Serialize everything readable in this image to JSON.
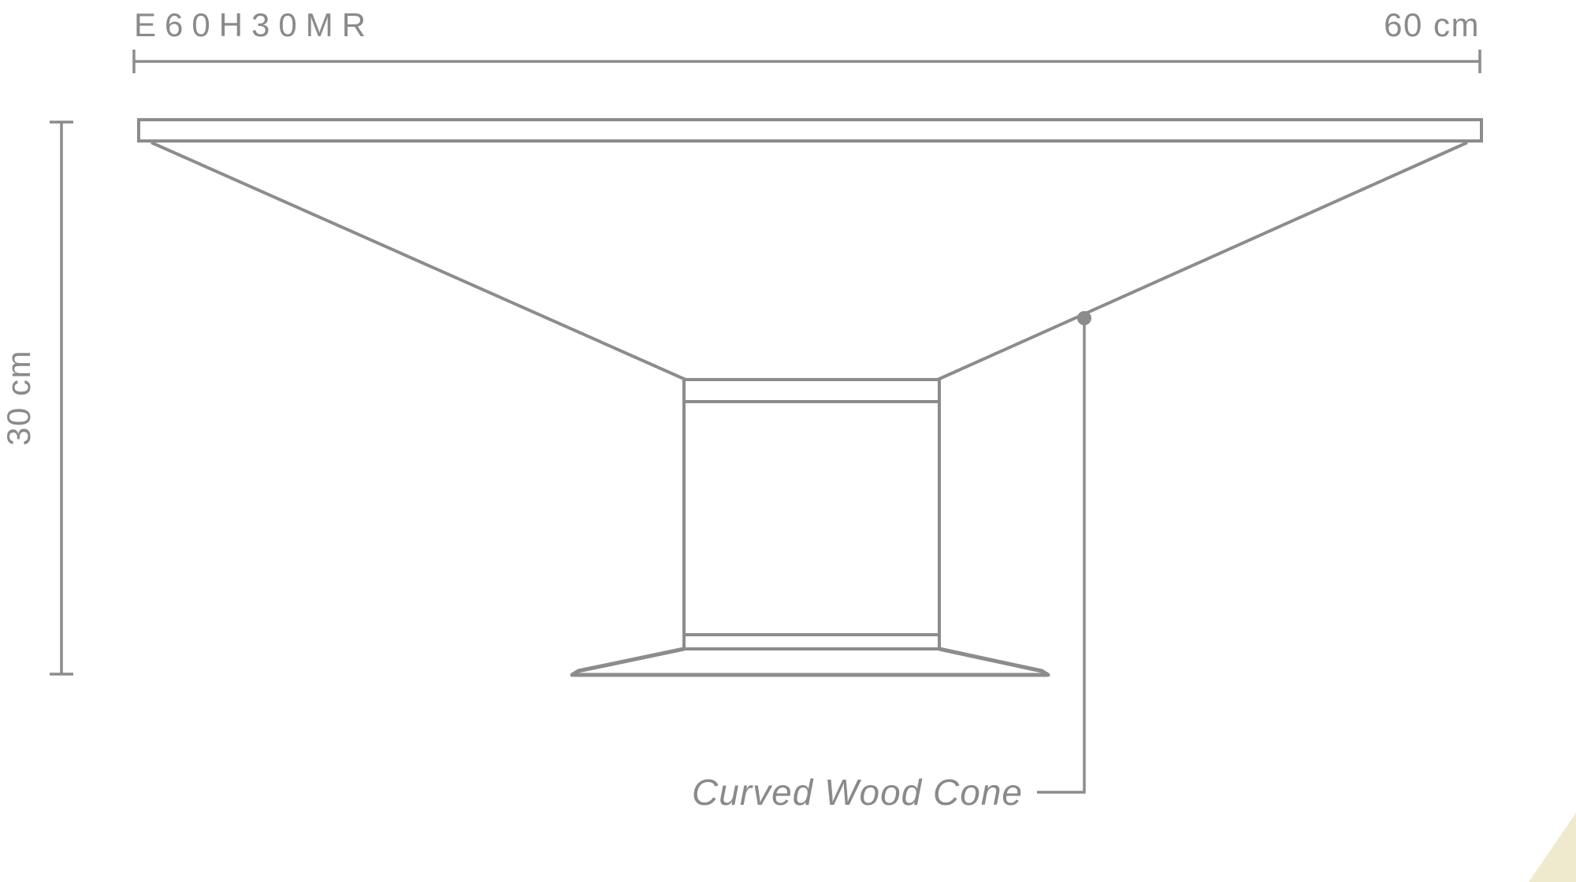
{
  "title": {
    "model": "E60H30MR"
  },
  "dimensions": {
    "width": "60 cm",
    "height": "30 cm"
  },
  "annotation": {
    "label": "Curved Wood Cone"
  },
  "colors": {
    "line": "#8c8c8c",
    "text": "#8a8a8a",
    "background": "#ffffff",
    "artifact": "#ece6c4"
  }
}
